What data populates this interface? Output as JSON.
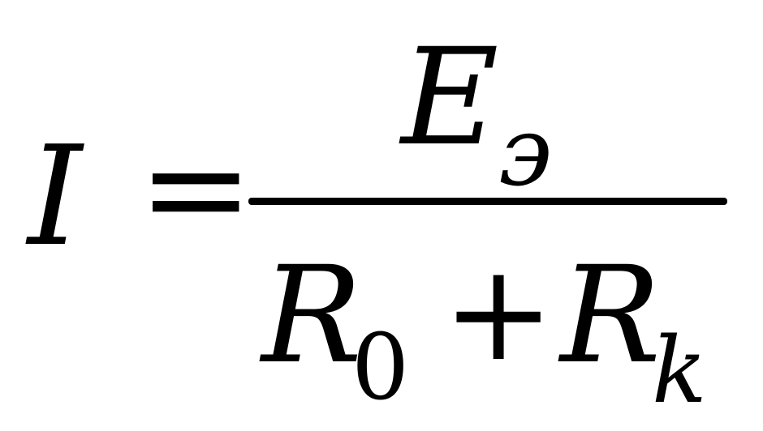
{
  "formula": {
    "lhs": "I",
    "equals": "=",
    "numerator": {
      "variable": "E",
      "subscript": "э"
    },
    "denominator": {
      "term1": {
        "variable": "R",
        "subscript": "0"
      },
      "operator": "+",
      "term2": {
        "variable": "R",
        "subscript": "k"
      }
    }
  }
}
